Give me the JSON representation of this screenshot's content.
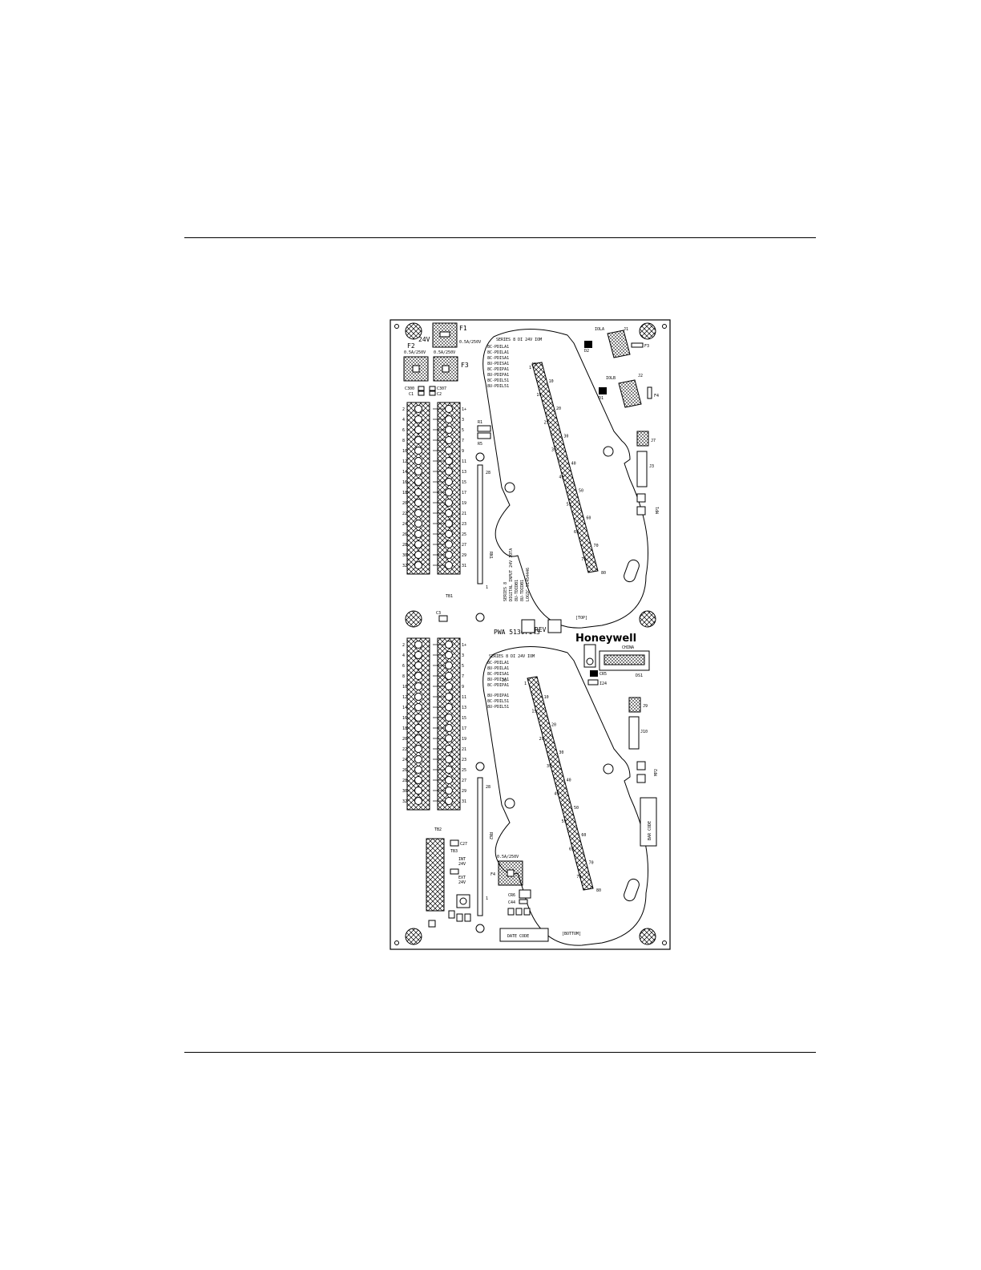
{
  "board": {
    "top": {
      "title": "SERIES 8 DI 24V IOM",
      "models": [
        "8C-PDILA1",
        "8C-PDILA1",
        "8C-PDISA1",
        "8U-PDISA1",
        "8C-PDIPA1",
        "8U-PDIPA1",
        "8C-PDIL51",
        "8U-PDIL51"
      ],
      "fuse_f1_label": "F1",
      "fuse_f1_rating": "0.5A/250V",
      "fuse_24v": "24V",
      "fuse_f2_label": "F2",
      "fuse_f2_rating": "0.5A/250V",
      "fuse_f3_label": "F3",
      "fuse_f3_rating": "0.5A/250V",
      "cap_labels": [
        "C300",
        "C1",
        "C307",
        "C2"
      ],
      "resistor_r1": "R1",
      "resistor_r5": "R5",
      "network": "RN1",
      "tb": "TB1",
      "connector_j5": "J5",
      "desc_lines": [
        "SERIES 8",
        "DIGITAL INPUT 24V IOTA",
        "8U-TDIDB1",
        "8U-TDIDB1",
        "LOGIC 51454446"
      ],
      "top_marker": "[TOP]",
      "ioa": "IOLA",
      "iob": "IOLB",
      "j1": "J1",
      "j2": "J2",
      "d1": "D1",
      "d2": "D2",
      "f3_right": "F3",
      "f4_right": "F4",
      "j7": "J7",
      "j3": "J3",
      "mp1": "MP1",
      "pin_28": "28",
      "pin_1": "1"
    },
    "middle": {
      "pwa": "PWA 51307143",
      "rev": "REV",
      "brand": "Honeywell",
      "country": "CHINA",
      "ds": "DS1",
      "ir": "I24",
      "cr": "CR5",
      "c3": "C3"
    },
    "bottom": {
      "title": "SERIES 8 DI 24V IOM",
      "models": [
        "8C-PDILA1",
        "8U-PDILA1",
        "8C-PDISA1",
        "8U-PDISA1",
        "8C-PDIPA1",
        "8U-PDIPA1",
        "8C-PDIL51",
        "8U-PDIL51"
      ],
      "connector_j6": "J6",
      "tb": "TB2",
      "network": "RN2",
      "fuse_rating": "0.5A/250V",
      "fuse_label": "F4",
      "j9": "J9",
      "j10": "J10",
      "mp2": "MP2",
      "barcode": "BAR CODE",
      "datecode": "DATE CODE",
      "bottom_marker": "[BOTTOM]",
      "c27": "C27",
      "tb3": "TB3",
      "int": "INT",
      "int_v": "24V",
      "ext": "EXT",
      "ext_v": "24V",
      "cr6": "CR6",
      "c44": "C44",
      "pin_28": "28",
      "pin_1": "1"
    },
    "tb_left_numbers": [
      "2",
      "4",
      "6",
      "8",
      "10",
      "12",
      "14",
      "16",
      "18",
      "20",
      "22",
      "24",
      "26",
      "28",
      "30",
      "32"
    ],
    "tb_right_numbers": [
      "1+",
      "3",
      "5",
      "7",
      "9",
      "11",
      "13",
      "15",
      "17",
      "19",
      "21",
      "23",
      "25",
      "27",
      "29",
      "31"
    ],
    "ribbon_numbers": [
      "1",
      "10",
      "19",
      "20",
      "29",
      "30",
      "39",
      "40",
      "49",
      "50",
      "59",
      "60",
      "69",
      "70",
      "79",
      "80"
    ]
  }
}
